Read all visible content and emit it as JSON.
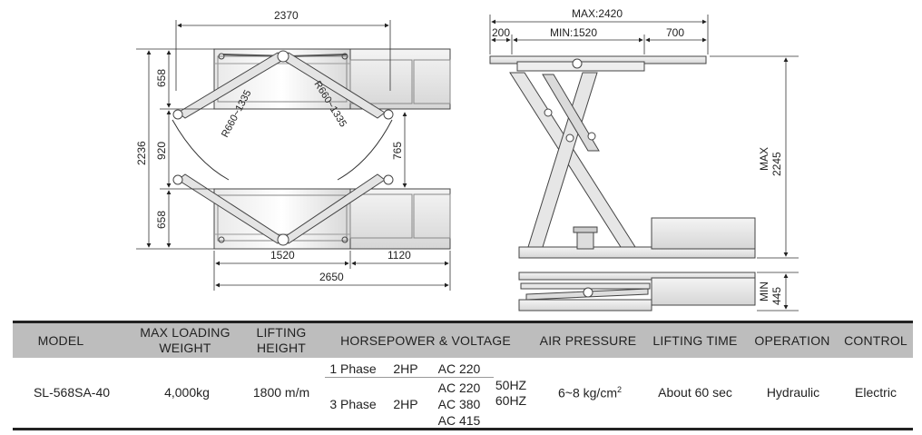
{
  "drawing": {
    "top_width": "2370",
    "bottom_total": "2650",
    "bottom_left": "1520",
    "bottom_right": "1120",
    "left_total": "2236",
    "left_top": "658",
    "left_mid": "920",
    "left_bot": "658",
    "inner_gap": "765",
    "radius_left": "R660~1335",
    "radius_right": "R660~1335",
    "side_max": "MAX:2420",
    "side_200": "200",
    "side_min": "MIN:1520",
    "side_700": "700",
    "height_max_label": "MAX",
    "height_max_value": "2245",
    "height_min_label": "MIN",
    "height_min_value": "445"
  },
  "table": {
    "headers": {
      "model": "MODEL",
      "max_loading_l1": "MAX LOADING",
      "max_loading_l2": "WEIGHT",
      "lifting_l1": "LIFTING",
      "lifting_l2": "HEIGHT",
      "hp_voltage": "HORSEPOWER & VOLTAGE",
      "air_pressure": "AIR PRESSURE",
      "lifting_time": "LIFTING TIME",
      "operation": "OPERATION",
      "control": "CONTROL"
    },
    "row": {
      "model": "SL-568SA-40",
      "max_loading": "4,000kg",
      "lifting_height": "1800 m/m",
      "phase1": "1 Phase",
      "phase1_hp": "2HP",
      "phase1_v": "AC 220",
      "phase3": "3 Phase",
      "phase3_hp": "2HP",
      "phase3_v1": "AC 220",
      "phase3_v2": "AC 380",
      "phase3_v3": "AC 415",
      "hz1": "50HZ",
      "hz2": "60HZ",
      "air_pressure": "6~8 kg/cm",
      "air_pressure_sup": "2",
      "lifting_time": "About 60 sec",
      "operation": "Hydraulic",
      "control": "Electric"
    }
  }
}
